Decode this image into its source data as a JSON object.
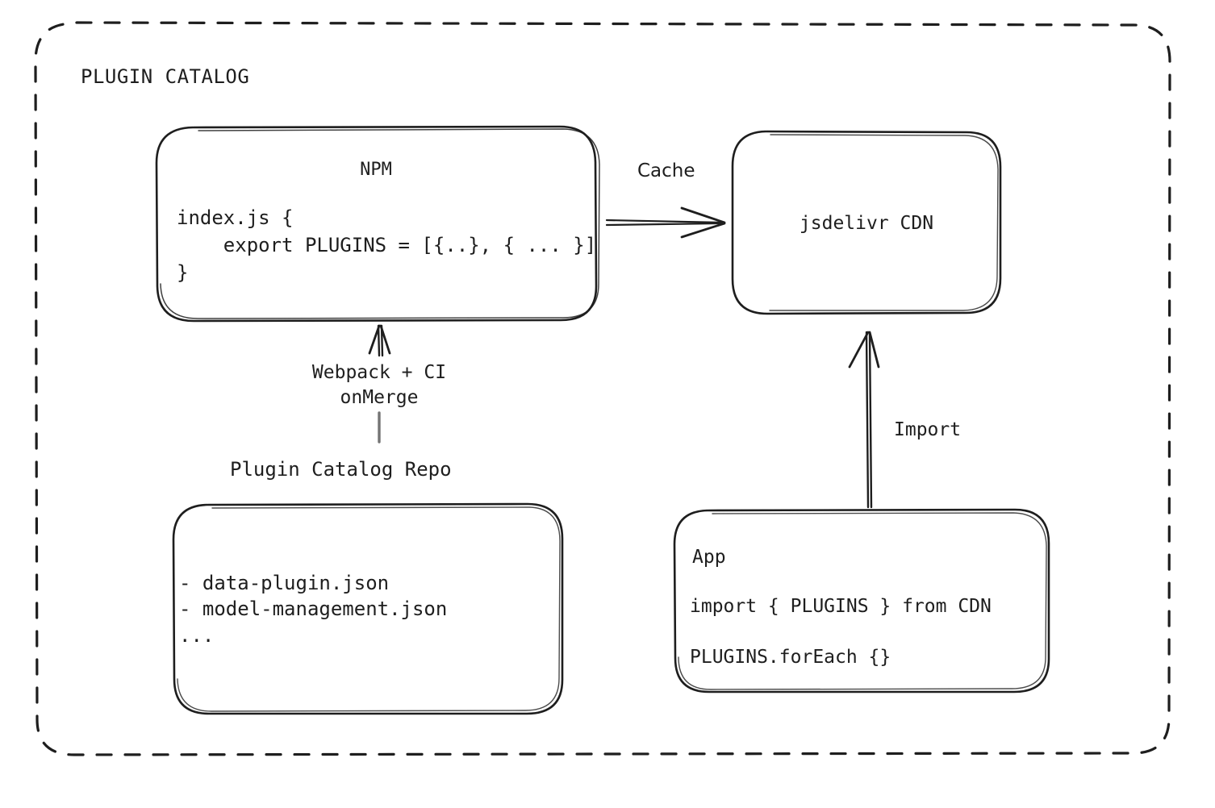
{
  "diagram": {
    "title": "PLUGIN CATALOG",
    "background": "#ffffff",
    "stroke_color": "#1e1e1e",
    "nodes": {
      "npm": {
        "title": "NPM",
        "code_lines": "index.js {\n    export PLUGINS = [{..}, { ... }]\n}"
      },
      "cdn": {
        "title": "jsdelivr CDN"
      },
      "repo": {
        "title": "Plugin Catalog Repo",
        "files": "- data-plugin.json\n- model-management.json\n..."
      },
      "app": {
        "title": "App",
        "code_line_1": "import { PLUGINS } from CDN",
        "code_line_2": "PLUGINS.forEach {}"
      }
    },
    "edges": {
      "cache": "Cache",
      "build": "Webpack + CI\nonMerge",
      "import": "Import"
    }
  }
}
